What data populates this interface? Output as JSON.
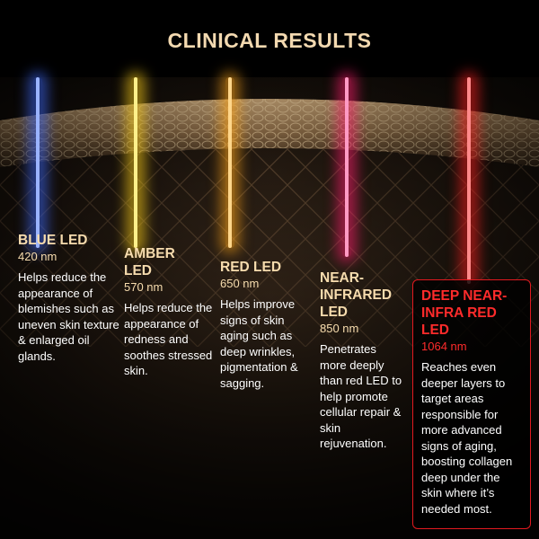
{
  "title": "CLINICAL RESULTS",
  "colors": {
    "title": "#f3d9b0",
    "label": "#f7dcae",
    "accent_red": "#ff2b2b",
    "blue_beam": "#3f6bff",
    "amber_beam": "#ffd21a",
    "red_beam": "#ffa51a",
    "nir_beam": "#ff1e6e",
    "deep_beam": "#ff2020"
  },
  "columns": [
    {
      "name": "BLUE LED",
      "wavelength": "420 nm",
      "desc": "Helps reduce the appearance of blemishes such as uneven skin texture & enlarged oil glands.",
      "beam_icon": "blue-light-beam"
    },
    {
      "name": "AMBER LED",
      "wavelength": "570 nm",
      "desc": "Helps reduce the appearance of redness and soothes stressed skin.",
      "beam_icon": "amber-light-beam"
    },
    {
      "name": "RED LED",
      "wavelength": "650 nm",
      "desc": "Helps improve signs of skin aging such as deep wrinkles, pigmentation & sagging.",
      "beam_icon": "red-light-beam"
    },
    {
      "name": "NEAR-INFRARED LED",
      "wavelength": "850 nm",
      "desc": "Penetrates more deeply than red LED to help promote cellular repair & skin rejuvenation.",
      "beam_icon": "near-infrared-light-beam"
    },
    {
      "name": "DEEP NEAR-INFRA RED LED",
      "wavelength": "1064 nm",
      "desc": "Reaches even deeper layers to target areas responsible for more advanced signs of aging, boosting collagen deep under the skin where it’s needed most.",
      "beam_icon": "deep-near-infrared-light-beam"
    }
  ]
}
